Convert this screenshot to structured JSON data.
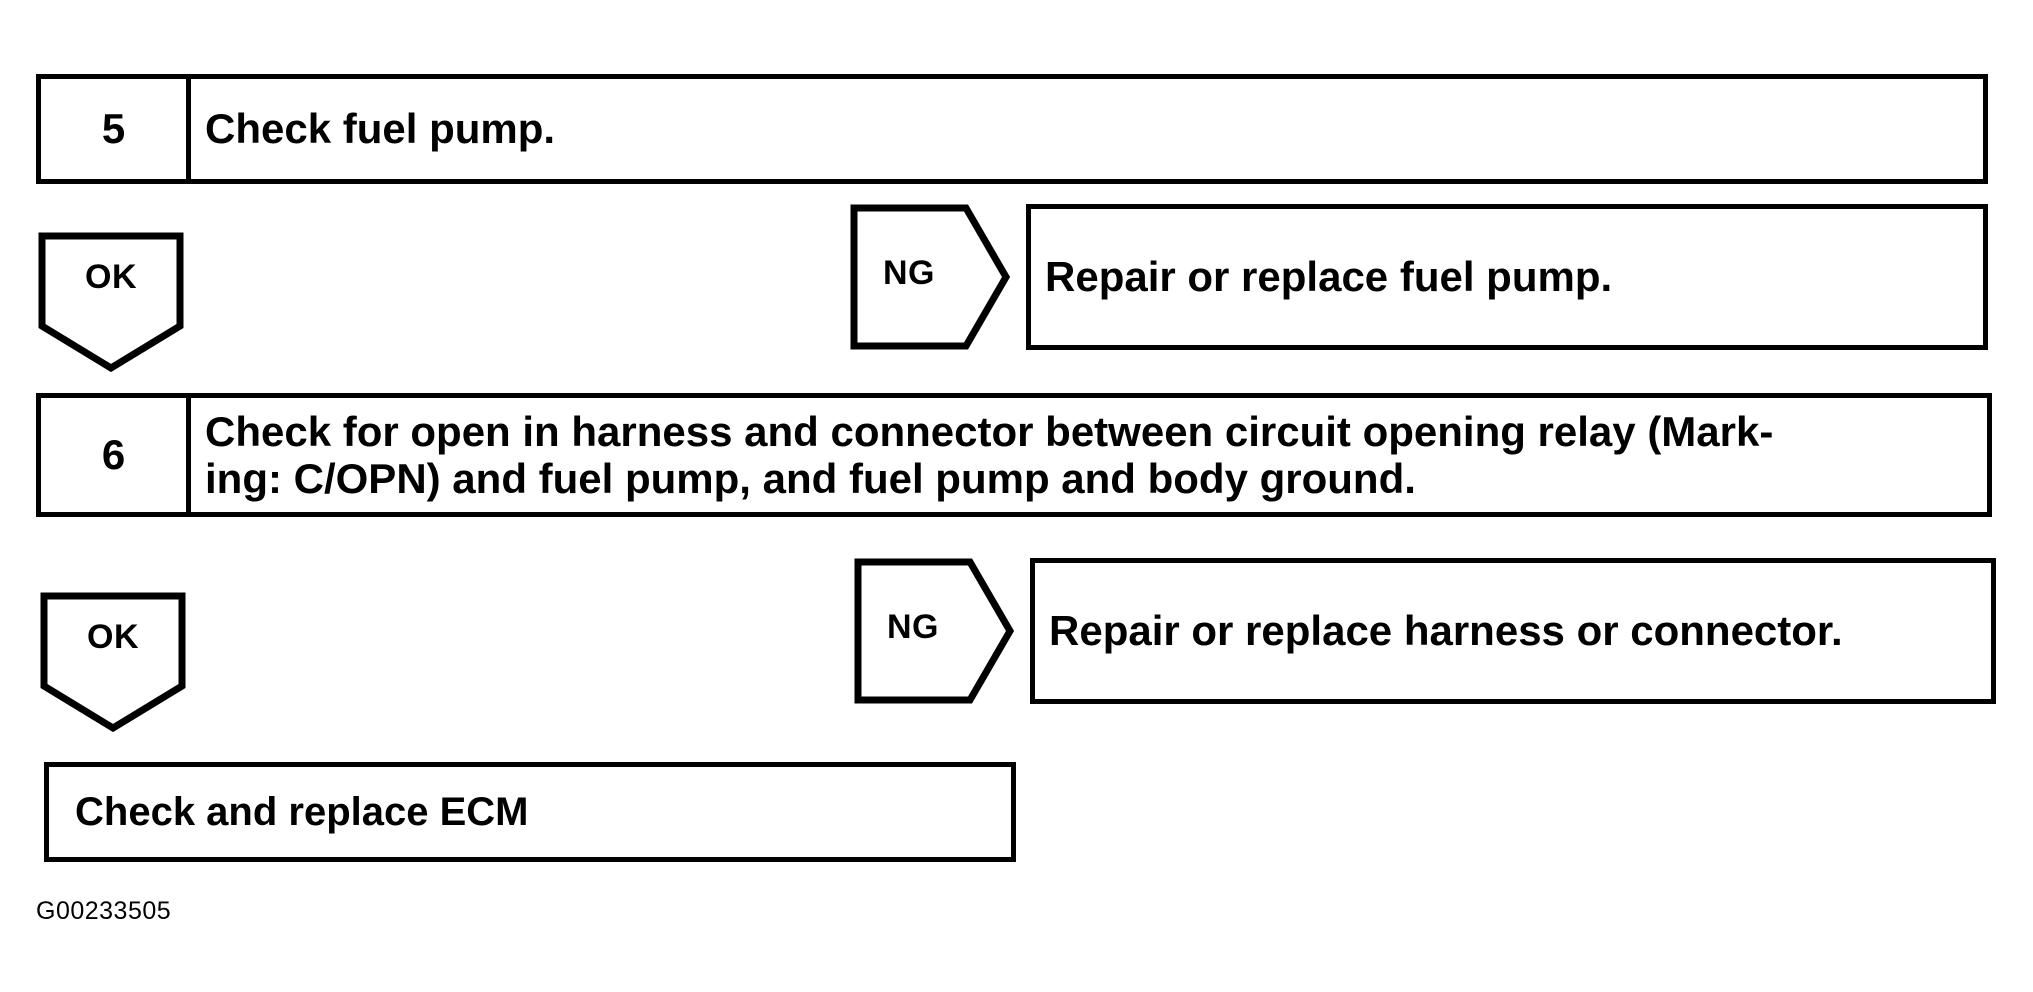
{
  "figure": {
    "code": "G00233505",
    "type": "diagnostic-flowchart"
  },
  "steps": [
    {
      "number": "5",
      "text": "Check fuel pump."
    },
    {
      "number": "6",
      "line1": "Check for open in harness and connector between circuit opening relay (Mark-",
      "line2": "ing: C/OPN) and fuel pump, and fuel pump and body ground."
    }
  ],
  "branches": [
    {
      "ok_label": "OK",
      "ng_label": "NG",
      "ng_action": "Repair or replace fuel pump."
    },
    {
      "ok_label": "OK",
      "ng_label": "NG",
      "ng_action": "Repair or replace harness or connector."
    }
  ],
  "final": {
    "text": "Check and replace ECM"
  },
  "colors": {
    "line": "#000000",
    "background": "#ffffff",
    "text": "#000000"
  }
}
